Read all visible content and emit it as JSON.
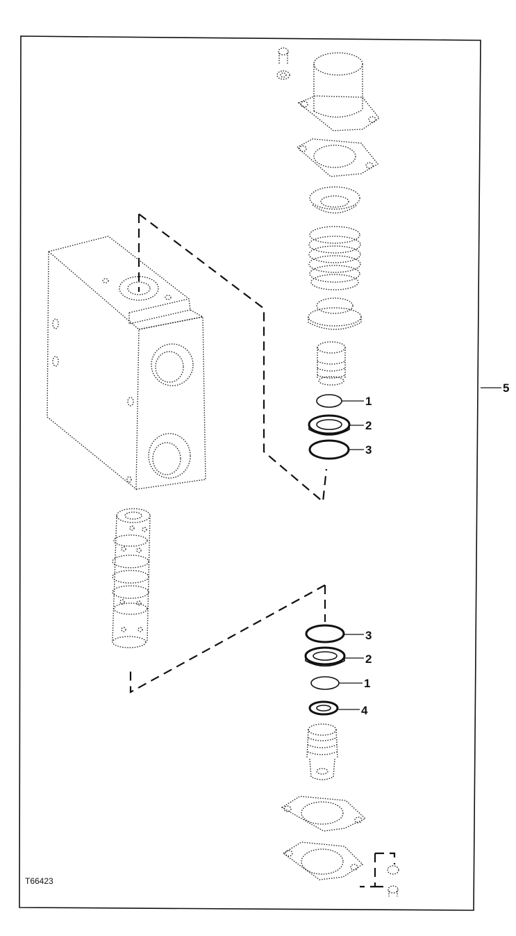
{
  "figure_code": "T66423",
  "callouts": {
    "assembly": "5",
    "upper_oring_small": "1",
    "upper_backup_ring": "2",
    "upper_oring_large": "3",
    "lower_oring_large": "3",
    "lower_backup_ring": "2",
    "lower_oring_small": "1",
    "lower_seal": "4"
  }
}
